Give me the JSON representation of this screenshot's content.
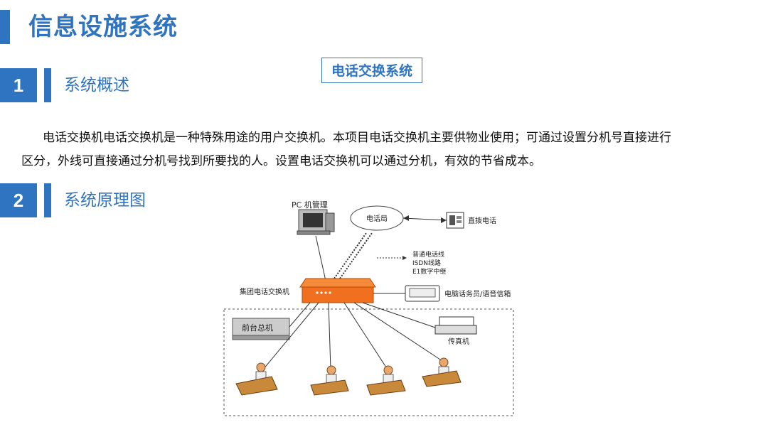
{
  "page_title": "信息设施系统",
  "sections": [
    {
      "number": "1",
      "title": "系统概述"
    },
    {
      "number": "2",
      "title": "系统原理图"
    }
  ],
  "boxed_title": "电话交换系统",
  "paragraph": "电话交换机电话交换机是一种特殊用途的用户交换机。本项目电话交换机主要供物业使用；可通过设置分机号直接进行区分，外线可直接通过分机号找到所要找的人。设置电话交换机可以通过分机，有效的节省成本。",
  "diagram": {
    "pc_label": "PC 机管理",
    "phone_office": "电话局",
    "direct_phone": "直拨电话",
    "legend": [
      "普通电话线",
      "ISDN线路",
      "E1数字中继"
    ],
    "pbx": "集团电话交换机",
    "operator": "电脑话务员/语音信箱",
    "front_desk": "前台总机",
    "fax": "传真机"
  },
  "colors": {
    "accent": "#2f74c0",
    "pbx": "#f07020"
  }
}
